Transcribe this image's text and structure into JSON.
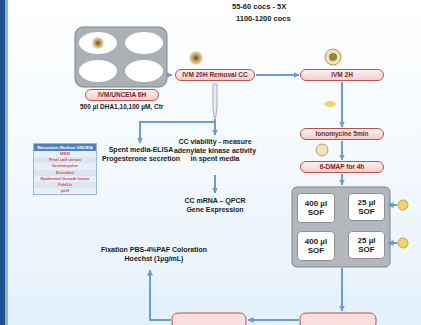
{
  "diagram": {
    "nodes": [
      {
        "text": [
          "IVM/UNCEIA 6H"
        ]
      },
      {
        "text": [
          "IVM 20H Removal CC"
        ]
      },
      {
        "text": [
          "IVM 2H"
        ]
      },
      {
        "text": [
          "Ionomycine 5min"
        ]
      },
      {
        "text": [
          "6-DMAP for 4h"
        ]
      },
      {
        "text": [
          "Maturation Medium UNCEIA",
          "MEM",
          "Fetal calf serum",
          "Gentamycine",
          "Estradiol",
          "Epidermal Growth factor",
          "Fsh/Lh",
          "pLH"
        ]
      },
      {
        "text": [
          "400 µl SOF"
        ]
      },
      {
        "text": [
          "25 µl SOF"
        ]
      },
      {
        "text": [
          "400 µl SOF"
        ]
      },
      {
        "text": [
          "25 µl SOF"
        ]
      }
    ],
    "edges": [
      {
        "from": 1,
        "to": 2,
        "arrow": "to"
      },
      {
        "from": 2,
        "to": 3,
        "arrow": "to"
      },
      {
        "from": 3,
        "to": 4,
        "arrow": "to"
      }
    ],
    "labels": [
      "55-60 cocs - 5X",
      "1100-1200 cocs",
      "500 µl DHA1,10,100 µM, Ctr",
      "Spent media-ELISA Progesterone secretion",
      "CC viability - measure adenylate kinase activity in spent media",
      "CC mRNA – QPCR Gene Expression",
      "Fixation PBS-4%PAF Coloration Hoechst (1µg/mL)"
    ]
  }
}
